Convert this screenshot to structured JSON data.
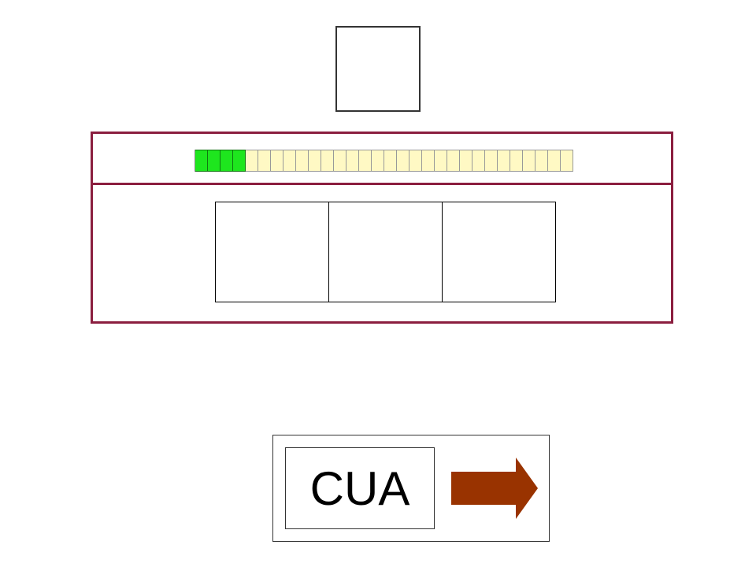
{
  "target": {
    "icon": "empty-square-icon"
  },
  "progress": {
    "total_cells": 30,
    "filled_cells": 4,
    "filled_color": "#1ee61e",
    "empty_color": "#fff9c4"
  },
  "slots": [
    {
      "content": ""
    },
    {
      "content": ""
    },
    {
      "content": ""
    }
  ],
  "answer": {
    "word": "CUA",
    "next_icon": "right-arrow-icon",
    "arrow_color": "#993300"
  },
  "colors": {
    "panel_border": "#8b1e3f"
  }
}
